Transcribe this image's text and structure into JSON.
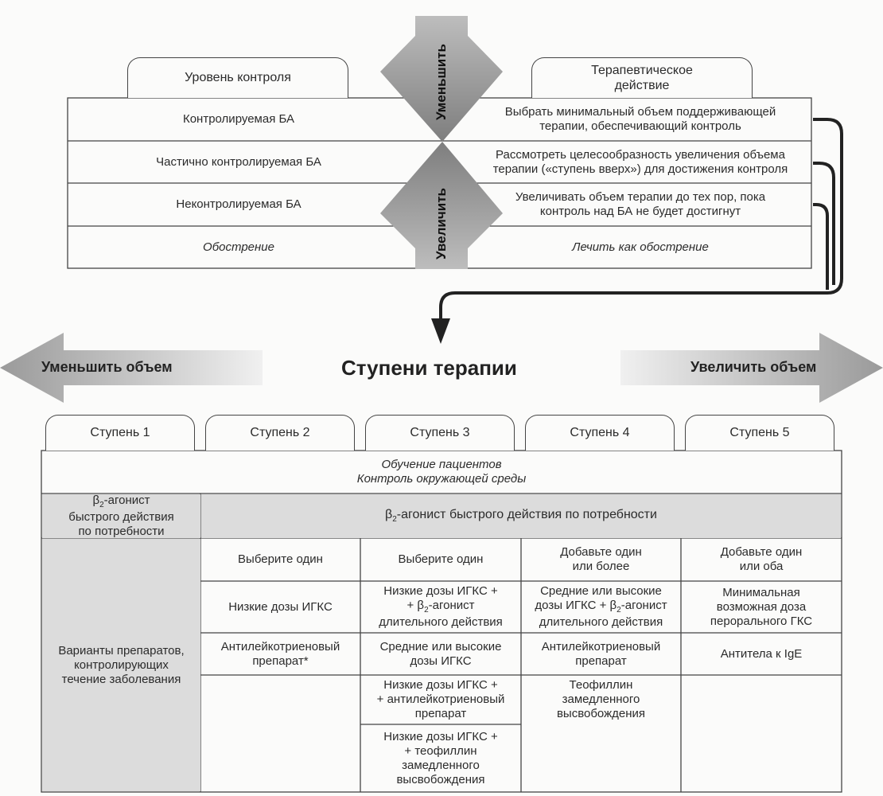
{
  "control": {
    "header_level": "Уровень контроля",
    "header_action": "Терапевтическое\nдействие",
    "decrease_label": "Уменьшить",
    "increase_label": "Увеличить",
    "rows": [
      {
        "level": "Контролируемая БА",
        "action": "Выбрать минимальный объем поддерживающей\nтерапии, обеспечивающий контроль"
      },
      {
        "level": "Частично контролируемая БА",
        "action": "Рассмотреть целесообразность увеличения объема\nтерапии («ступень вверх») для достижения контроля"
      },
      {
        "level": "Неконтролируемая БА",
        "action": "Увеличивать объем терапии до тех пор, пока\nконтроль над БА не будет достигнут"
      },
      {
        "level": "Обострение",
        "action": "Лечить как обострение"
      }
    ]
  },
  "steps_header": {
    "title": "Ступени терапии",
    "left_arrow": "Уменьшить объем",
    "right_arrow": "Увеличить объем"
  },
  "steps": [
    "Ступень 1",
    "Ступень 2",
    "Ступень 3",
    "Ступень 4",
    "Ступень 5"
  ],
  "education": {
    "line1": "Обучение пациентов",
    "line2": "Контроль окружающей среды"
  },
  "saba": {
    "step1_pre": "β",
    "step1_sub": "2",
    "step1_post": "-агонист\nбыстрого действия\nпо потребности",
    "rest_pre": "β",
    "rest_sub": "2",
    "rest_post": "-агонист быстрого действия по потребности"
  },
  "controllers": {
    "label": "Варианты препаратов,\nконтролирующих\nтечение заболевания",
    "headers": [
      "Выберите один",
      "Выберите один",
      "Добавьте один\nили более",
      "Добавьте один\nили оба"
    ],
    "step2": [
      "Низкие дозы ИГКС",
      "Антилейкотриеновый\nпрепарат*"
    ],
    "step3": {
      "r1_pre": "Низкие дозы ИГКС +\n+ β",
      "r1_sub": "2",
      "r1_post": "-агонист\nдлительного действия",
      "r2": "Средние или высокие\nдозы ИГКС",
      "r3": "Низкие дозы ИГКС +\n+ антилейкотриеновый\nпрепарат",
      "r4": "Низкие дозы ИГКС +\n+ теофиллин\nзамедленного\nвысвобождения"
    },
    "step4": {
      "r1_pre": "Средние или высокие\nдозы ИГКС + β",
      "r1_sub": "2",
      "r1_post": "-агонист\nдлительного действия",
      "r2": "Антилейкотриеновый\nпрепарат",
      "r3": "Теофиллин\nзамедленного\nвысвобождения"
    },
    "step5": [
      "Минимальная\nвозможная доза\nперорального ГКС",
      "Антитела к IgE"
    ]
  }
}
